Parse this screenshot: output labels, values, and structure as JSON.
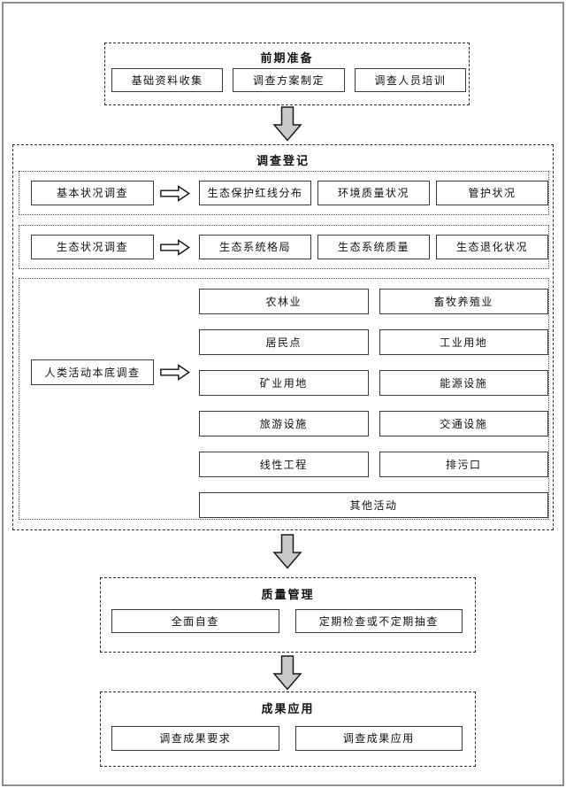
{
  "sections": {
    "preparation": {
      "title": "前期准备",
      "items": [
        "基础资料收集",
        "调查方案制定",
        "调查人员培训"
      ]
    },
    "registration": {
      "title": "调查登记",
      "rows": [
        {
          "source": "基本状况调查",
          "targets": [
            "生态保护红线分布",
            "环境质量状况",
            "管护状况"
          ]
        },
        {
          "source": "生态状况调查",
          "targets": [
            "生态系统格局",
            "生态系统质量",
            "生态退化状况"
          ]
        },
        {
          "source": "人类活动本底调查",
          "targets": [
            "农林业",
            "畜牧养殖业",
            "居民点",
            "工业用地",
            "矿业用地",
            "能源设施",
            "旅游设施",
            "交通设施",
            "线性工程",
            "排污口",
            "其他活动"
          ]
        }
      ]
    },
    "quality": {
      "title": "质量管理",
      "items": [
        "全面自查",
        "定期检查或不定期抽查"
      ]
    },
    "results": {
      "title": "成果应用",
      "items": [
        "调查成果要求",
        "调查成果应用"
      ]
    }
  },
  "colors": {
    "arrow_fill": "#c9c9c9",
    "arrow_stroke": "#1a1a1a",
    "box_border": "#3b3b3b",
    "dashed_border": "#2a2a2a",
    "page_frame": "#8f8f8f"
  }
}
